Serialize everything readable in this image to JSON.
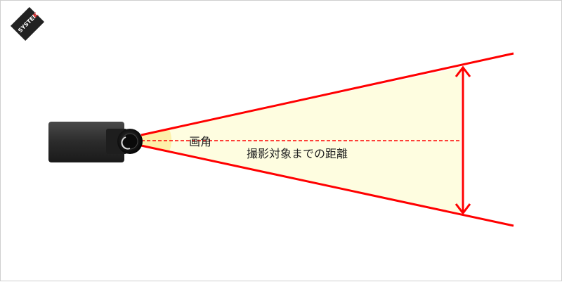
{
  "logo": {
    "text": "SYSTEM",
    "mark": "K"
  },
  "labels": {
    "angle": "画角",
    "distance": "撮影対象までの距離"
  },
  "colors": {
    "beam": "#ff0000",
    "fov_fill": "#fefde0",
    "angle_fill": "#fdf0a8",
    "camera_body": "#2d2d2d",
    "lens": "#111111",
    "logo_bg": "#222222"
  },
  "icons": [
    "camera-icon",
    "double-arrow-icon",
    "system-k-logo"
  ]
}
